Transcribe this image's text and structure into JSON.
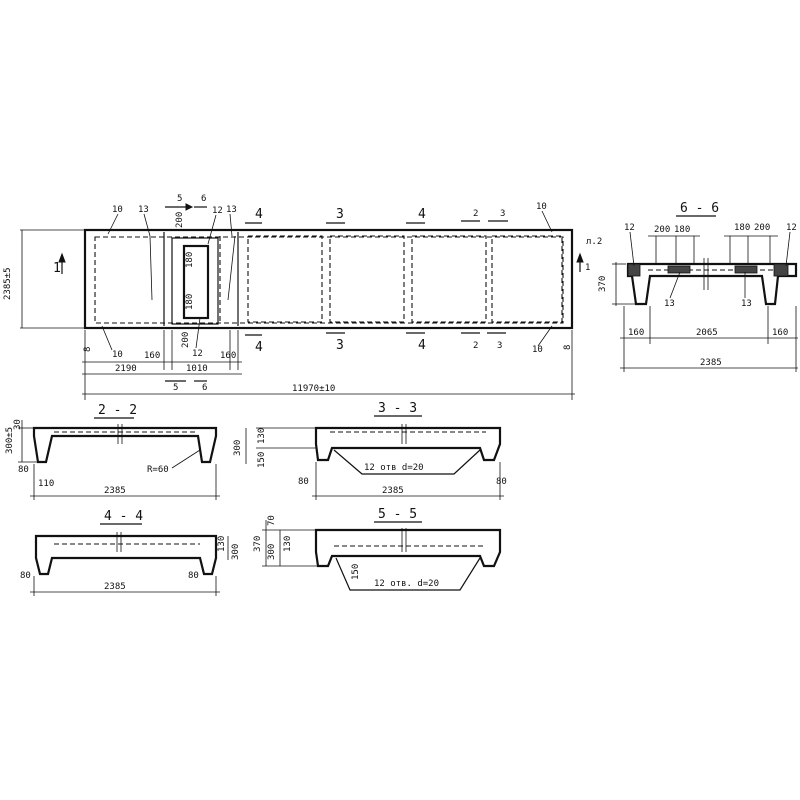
{
  "plan": {
    "overall_length": "11970±10",
    "width_label": "2385±5",
    "view_arrow": "1",
    "view_arrow_right": "1",
    "sheet_ref": "л.2",
    "dims_bottom": {
      "end_part": "2190",
      "rib": "160",
      "opening": "1010",
      "rib2": "160",
      "gap": "8"
    },
    "pos_10": "10",
    "pos_12": "12",
    "pos_13": "13",
    "opening_dims": {
      "top": "200",
      "mid_top": "180",
      "mid_bottom": "180",
      "bottom": "200"
    },
    "section_marks": {
      "s2": "2",
      "s3": "3",
      "s4": "4",
      "s5": "5",
      "s6": "6"
    }
  },
  "section_6_6": {
    "title": "6 - 6",
    "pos_12": "12",
    "pos_13": "13",
    "dims_top": [
      "200",
      "180",
      "180",
      "200"
    ],
    "height": "370",
    "dims_bottom": [
      "160",
      "2065",
      "160"
    ],
    "overall": "2385"
  },
  "section_2_2": {
    "title": "2 - 2",
    "top_dim": "30",
    "height": "300±5",
    "rib": "80",
    "edge": "110",
    "radius": "R=60",
    "overall": "2385"
  },
  "section_3_3": {
    "title": "3 - 3",
    "height": "300",
    "slab": "130",
    "haunch": "150",
    "holes": "12 отв  d=20",
    "left": "80",
    "right": "80",
    "overall": "2385"
  },
  "section_4_4": {
    "title": "4 - 4",
    "dim_130": "130",
    "dim_300": "300",
    "left": "80",
    "right": "80",
    "overall": "2385"
  },
  "section_5_5": {
    "title": "5 - 5",
    "top": "70",
    "height": "370",
    "inner": "300",
    "slab": "130",
    "haunch": "150",
    "holes": "12 отв. d=20"
  }
}
